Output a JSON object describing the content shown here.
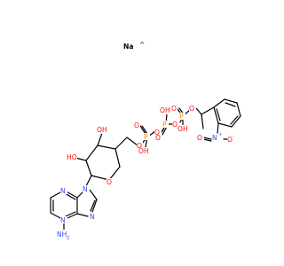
{
  "counterion": {
    "symbol": "Na",
    "radical_mark": "^",
    "color": "#000000"
  },
  "colors": {
    "bond": "#000000",
    "O": "#ff0d0d",
    "P": "#ff8000",
    "N": "#3050f8",
    "H": "#909090",
    "C": "#000000"
  },
  "labels": {
    "O": "O",
    "P": "P",
    "N": "N",
    "OH": "OH",
    "HO": "HO",
    "NH2": "NH",
    "NH2_sub": "2",
    "plus": "+",
    "minus": "-"
  }
}
